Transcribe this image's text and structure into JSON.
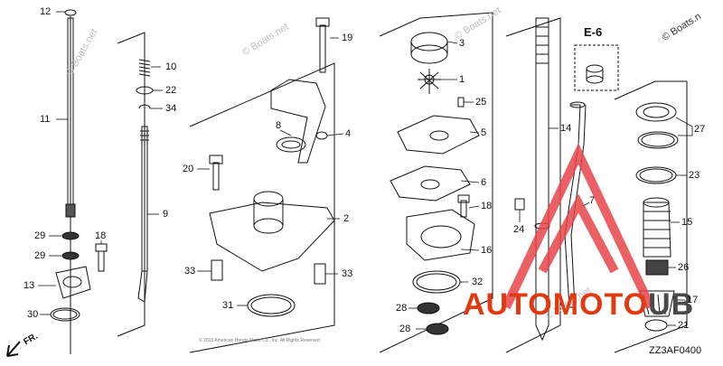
{
  "watermark": {
    "text": "© Boats.net",
    "corner_text": "© Boats.n"
  },
  "brand_overlay": {
    "part1": "AUTOMOTO",
    "part2": "UB"
  },
  "brand_colors": {
    "accent": "#e03a12",
    "dark": "#4a4a4a",
    "triangle": "#e8454a"
  },
  "inset_label": "E-6",
  "direction_label": "FR.",
  "diagram_code": "ZZ3AF0400",
  "fine_print": "© 2015 American Honda Motor Co., Inc. All Rights Reserved",
  "part_labels": [
    {
      "id": "12",
      "text": "12"
    },
    {
      "id": "11",
      "text": "11"
    },
    {
      "id": "29a",
      "text": "29"
    },
    {
      "id": "29b",
      "text": "29"
    },
    {
      "id": "13",
      "text": "13"
    },
    {
      "id": "30",
      "text": "30"
    },
    {
      "id": "10",
      "text": "10"
    },
    {
      "id": "22",
      "text": "22"
    },
    {
      "id": "34",
      "text": "34"
    },
    {
      "id": "9",
      "text": "9"
    },
    {
      "id": "18a",
      "text": "18"
    },
    {
      "id": "19",
      "text": "19"
    },
    {
      "id": "8",
      "text": "8"
    },
    {
      "id": "4",
      "text": "4"
    },
    {
      "id": "20",
      "text": "20"
    },
    {
      "id": "2",
      "text": "2"
    },
    {
      "id": "33a",
      "text": "33"
    },
    {
      "id": "33b",
      "text": "33"
    },
    {
      "id": "31",
      "text": "31"
    },
    {
      "id": "3",
      "text": "3"
    },
    {
      "id": "1",
      "text": "1"
    },
    {
      "id": "25",
      "text": "25"
    },
    {
      "id": "5",
      "text": "5"
    },
    {
      "id": "6",
      "text": "6"
    },
    {
      "id": "18b",
      "text": "18"
    },
    {
      "id": "16",
      "text": "16"
    },
    {
      "id": "32",
      "text": "32"
    },
    {
      "id": "28a",
      "text": "28"
    },
    {
      "id": "28b",
      "text": "28"
    },
    {
      "id": "14",
      "text": "14"
    },
    {
      "id": "24",
      "text": "24"
    },
    {
      "id": "7",
      "text": "7"
    },
    {
      "id": "27",
      "text": "27"
    },
    {
      "id": "23",
      "text": "23"
    },
    {
      "id": "15",
      "text": "15"
    },
    {
      "id": "26",
      "text": "26"
    },
    {
      "id": "17",
      "text": "17"
    },
    {
      "id": "21",
      "text": "21"
    }
  ]
}
